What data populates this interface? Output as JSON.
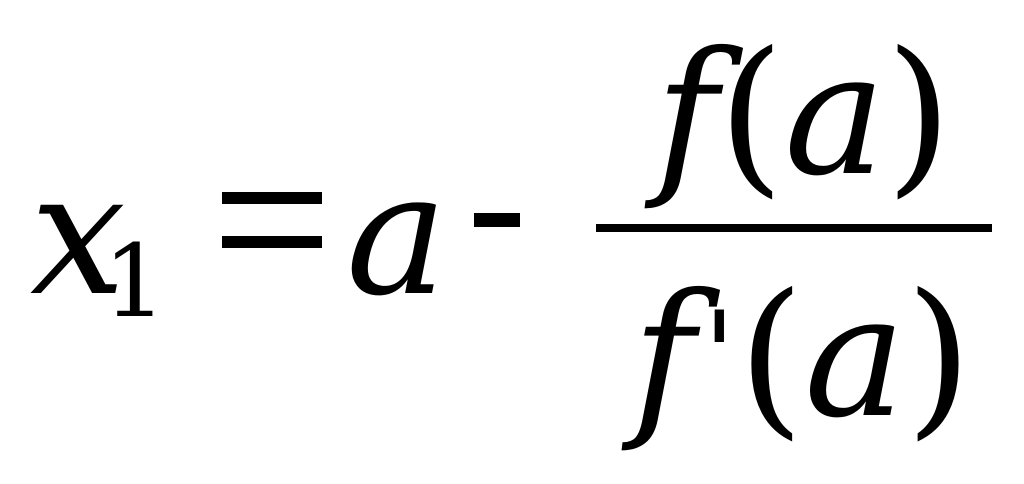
{
  "formula": {
    "lhs_variable": "x",
    "lhs_subscript": "1",
    "equals": "=",
    "term_a": "a",
    "minus": "-",
    "numerator": {
      "function": "f",
      "open_paren": "(",
      "argument": "a",
      "close_paren": ")"
    },
    "denominator": {
      "function": "f",
      "prime": "'",
      "open_paren": "(",
      "argument": "a",
      "close_paren": ")"
    }
  }
}
